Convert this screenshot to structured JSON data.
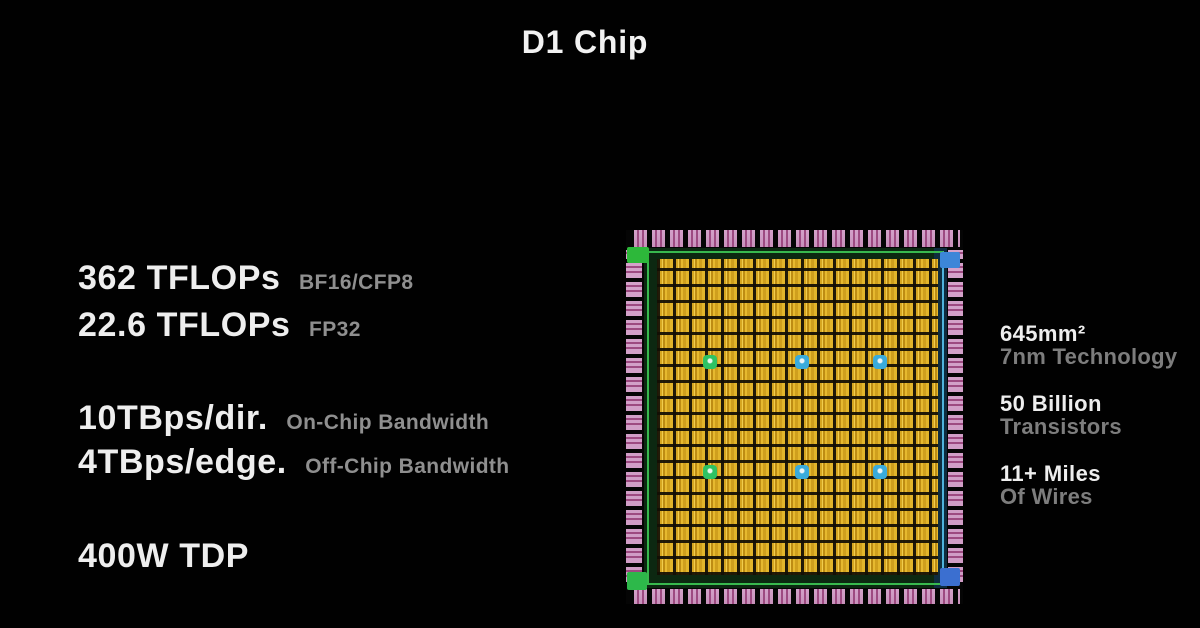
{
  "title": "D1 Chip",
  "left_specs": [
    {
      "value": "362 TFLOPs",
      "label": "BF16/CFP8"
    },
    {
      "value": "22.6 TFLOPs",
      "label": "FP32"
    },
    {
      "value": "10TBps/dir.",
      "label": "On-Chip Bandwidth"
    },
    {
      "value": "4TBps/edge.",
      "label": "Off-Chip Bandwidth"
    },
    {
      "value": "400W TDP",
      "label": ""
    }
  ],
  "right_specs": [
    {
      "value": "645mm²",
      "label": "7nm Technology"
    },
    {
      "value": "50 Billion",
      "label": "Transistors"
    },
    {
      "value": "11+ Miles",
      "label": "Of Wires"
    }
  ],
  "colors": {
    "background": "#000000",
    "heading_text": "#f2f2f2",
    "secondary_text": "#8a8a8a",
    "die_core_gold": "#d4a321",
    "die_pad_pink": "#d2a0c8",
    "die_seal_green": "#38b94e",
    "die_corner_blue": "#3c86d8",
    "die_marker_cyan": "#3aabdb",
    "die_marker_green": "#2ec263"
  }
}
